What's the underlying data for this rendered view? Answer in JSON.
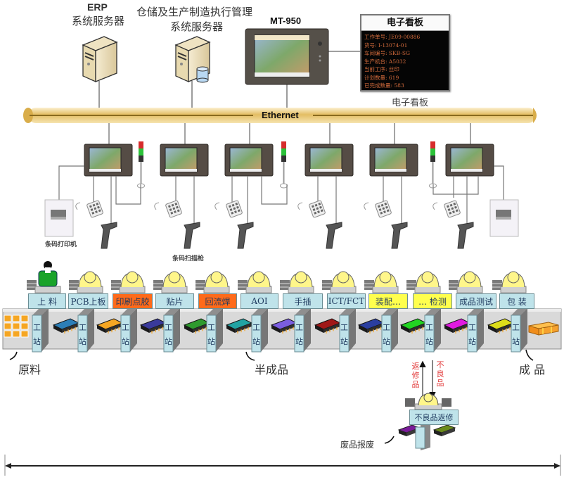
{
  "servers": {
    "erp": {
      "title": "ERP",
      "subtitle": "系统服务器"
    },
    "mes": {
      "title": "仓储及生产制造执行管理",
      "subtitle": "系统服务器"
    }
  },
  "terminal": {
    "model": "MT-950"
  },
  "kanban": {
    "title": "电子看板",
    "caption": "电子看板",
    "lines": [
      "工作单号: JE09-00886",
      "货号: I-13074-01",
      "车间编号: SKB-SG",
      "生产机台: A5032",
      "当前工序: 丝印",
      "计划数量: 619",
      "已完成数量: 583"
    ]
  },
  "network": {
    "label": "Ethernet"
  },
  "devices": {
    "barcode_printer": "条码打印机",
    "barcode_scanner": "条码扫描枪"
  },
  "stations": [
    {
      "label": "上 料",
      "color": "#bfe3ea"
    },
    {
      "label": "PCB上板",
      "color": "#bfe3ea"
    },
    {
      "label": "印刷点胶",
      "color": "#ff6a1a"
    },
    {
      "label": "贴片",
      "color": "#bfe3ea"
    },
    {
      "label": "回流焊",
      "color": "#ff6a1a"
    },
    {
      "label": "AOI",
      "color": "#bfe3ea"
    },
    {
      "label": "手插",
      "color": "#bfe3ea"
    },
    {
      "label": "ICT/FCT",
      "color": "#bfe3ea"
    },
    {
      "label": "装配…",
      "color": "#ffff4d"
    },
    {
      "label": "… 检测",
      "color": "#ffff4d"
    },
    {
      "label": "成品测试",
      "color": "#bfe3ea"
    },
    {
      "label": "包 装",
      "color": "#bfe3ea"
    }
  ],
  "workstation_label": [
    "工",
    "站"
  ],
  "boards": [
    "#2c7fb8",
    "#f5a623",
    "#3a3a9a",
    "#2e9a2e",
    "#22a3a3",
    "#7b5ee0",
    "#a01818",
    "#2a3ea0",
    "#22d422",
    "#e11be1",
    "#dede1a"
  ],
  "flow": {
    "raw": "原料",
    "semi": "半成品",
    "finished": "成 品",
    "repaired": "返修品",
    "defective": "不良品",
    "repair_station": "不良品返修",
    "scrap": "废品报废"
  },
  "colors": {
    "ethernet": "#e3bd63",
    "ethernet_core": "#8a6a1e",
    "operator": "#fff68a",
    "operator_active": "#1aa32a",
    "conveyor": "#d9d9d9",
    "station_post": "#bfe3ea",
    "defect_text": "#e23b3b"
  }
}
